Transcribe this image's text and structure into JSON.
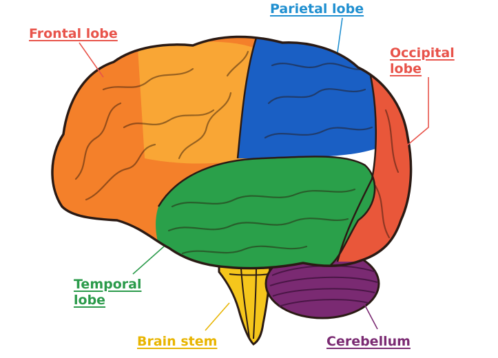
{
  "colors": {
    "frontal": "#f4802a",
    "frontal_highlight": "#fbb33a",
    "parietal": "#1a5fc4",
    "occipital": "#e9573a",
    "temporal": "#2aa04a",
    "brain_stem": "#f5c61c",
    "cerebellum": "#7a2a72",
    "outline": "#2a1a14",
    "label_red": "#e8534a",
    "label_blue": "#1f8fd0",
    "label_green": "#2a9a4a",
    "label_yellow": "#e8b400",
    "label_purple": "#7a2a72"
  },
  "labels": {
    "frontal": "Frontal lobe",
    "parietal": "Parietal lobe",
    "occipital_line1": "Occipital",
    "occipital_line2": "lobe",
    "temporal_line1": "Temporal",
    "temporal_line2": "lobe",
    "brain_stem": "Brain stem",
    "cerebellum": "Cerebellum"
  }
}
